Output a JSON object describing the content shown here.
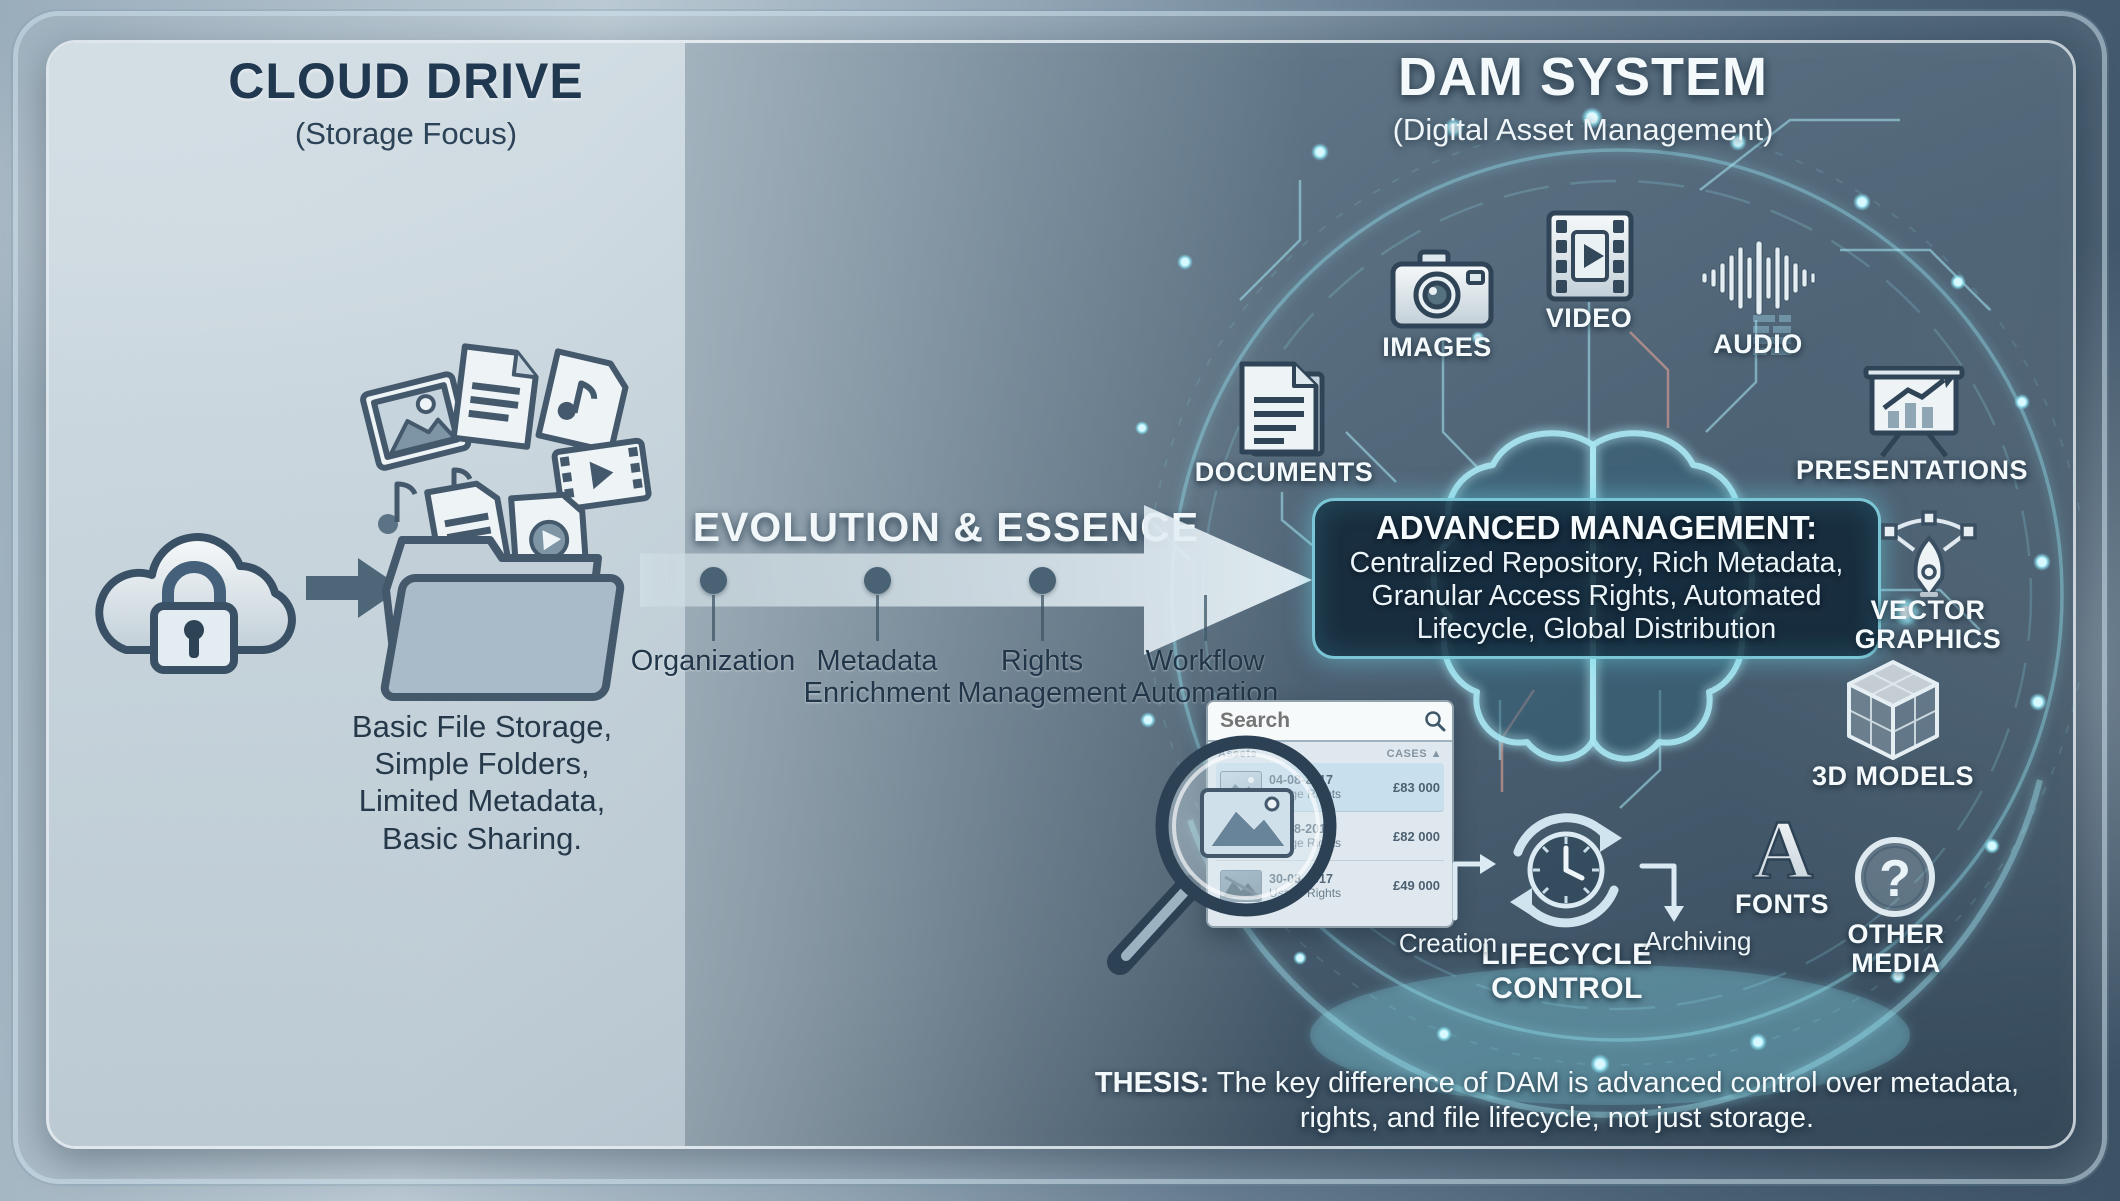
{
  "cloud_panel": {
    "title": "CLOUD DRIVE",
    "subtitle": "(Storage Focus)",
    "description": "Basic File Storage,\nSimple Folders,\nLimited Metadata,\nBasic Sharing."
  },
  "evolution": {
    "title": "EVOLUTION & ESSENCE",
    "milestones": [
      {
        "label": "Organization"
      },
      {
        "label": "Metadata\nEnrichment"
      },
      {
        "label": "Rights\nManagement"
      },
      {
        "label": "Workflow\nAutomation"
      }
    ]
  },
  "dam_panel": {
    "title": "DAM SYSTEM",
    "subtitle": "(Digital Asset Management)",
    "advanced_box": {
      "title": "ADVANCED MANAGEMENT:",
      "lines": [
        "Centralized Repository, Rich Metadata,",
        "Granular Access Rights, Automated",
        "Lifecycle, Global Distribution"
      ]
    },
    "assets": [
      {
        "label": "DOCUMENTS",
        "icon": "documents-icon"
      },
      {
        "label": "IMAGES",
        "icon": "camera-icon"
      },
      {
        "label": "VIDEO",
        "icon": "filmstrip-icon"
      },
      {
        "label": "AUDIO",
        "icon": "waveform-icon"
      },
      {
        "label": "PRESENTATIONS",
        "icon": "presentation-chart-icon"
      },
      {
        "label": "VECTOR\nGRAPHICS",
        "icon": "pen-tool-icon"
      },
      {
        "label": "3D MODELS",
        "icon": "cube-icon"
      },
      {
        "label": "FONTS",
        "icon": "letter-a-icon",
        "glyph": "A"
      },
      {
        "label": "OTHER\nMEDIA",
        "icon": "question-mark-icon",
        "glyph": "?"
      }
    ],
    "search_widget": {
      "placeholder": "Search",
      "header_left": "Assets",
      "header_right": "CASES ▲",
      "rows": [
        {
          "date": "04-08-2017",
          "meta": "Usage Rights",
          "value": "£83 000"
        },
        {
          "date": "24-08-2017",
          "meta": "Usage Rights",
          "value": "£82 000"
        },
        {
          "date": "30-08-2017",
          "meta": "Usage Rights",
          "value": "£49 000"
        }
      ]
    },
    "lifecycle": {
      "label": "LIFECYCLE\nCONTROL",
      "left_step": "Creation",
      "right_step": "Archiving"
    }
  },
  "thesis": {
    "prefix": "THESIS:",
    "line1_rest": " The key difference of DAM is advanced control over metadata,",
    "line2": "rights, and file lifecycle, not just storage."
  },
  "colors": {
    "accent_cyan": "#8de2f1",
    "dark_navy_box": "#0e2434",
    "slate_icon": "#3a4f62",
    "light_panel": "#d6e0e6",
    "dark_panel": "#4d6273"
  }
}
